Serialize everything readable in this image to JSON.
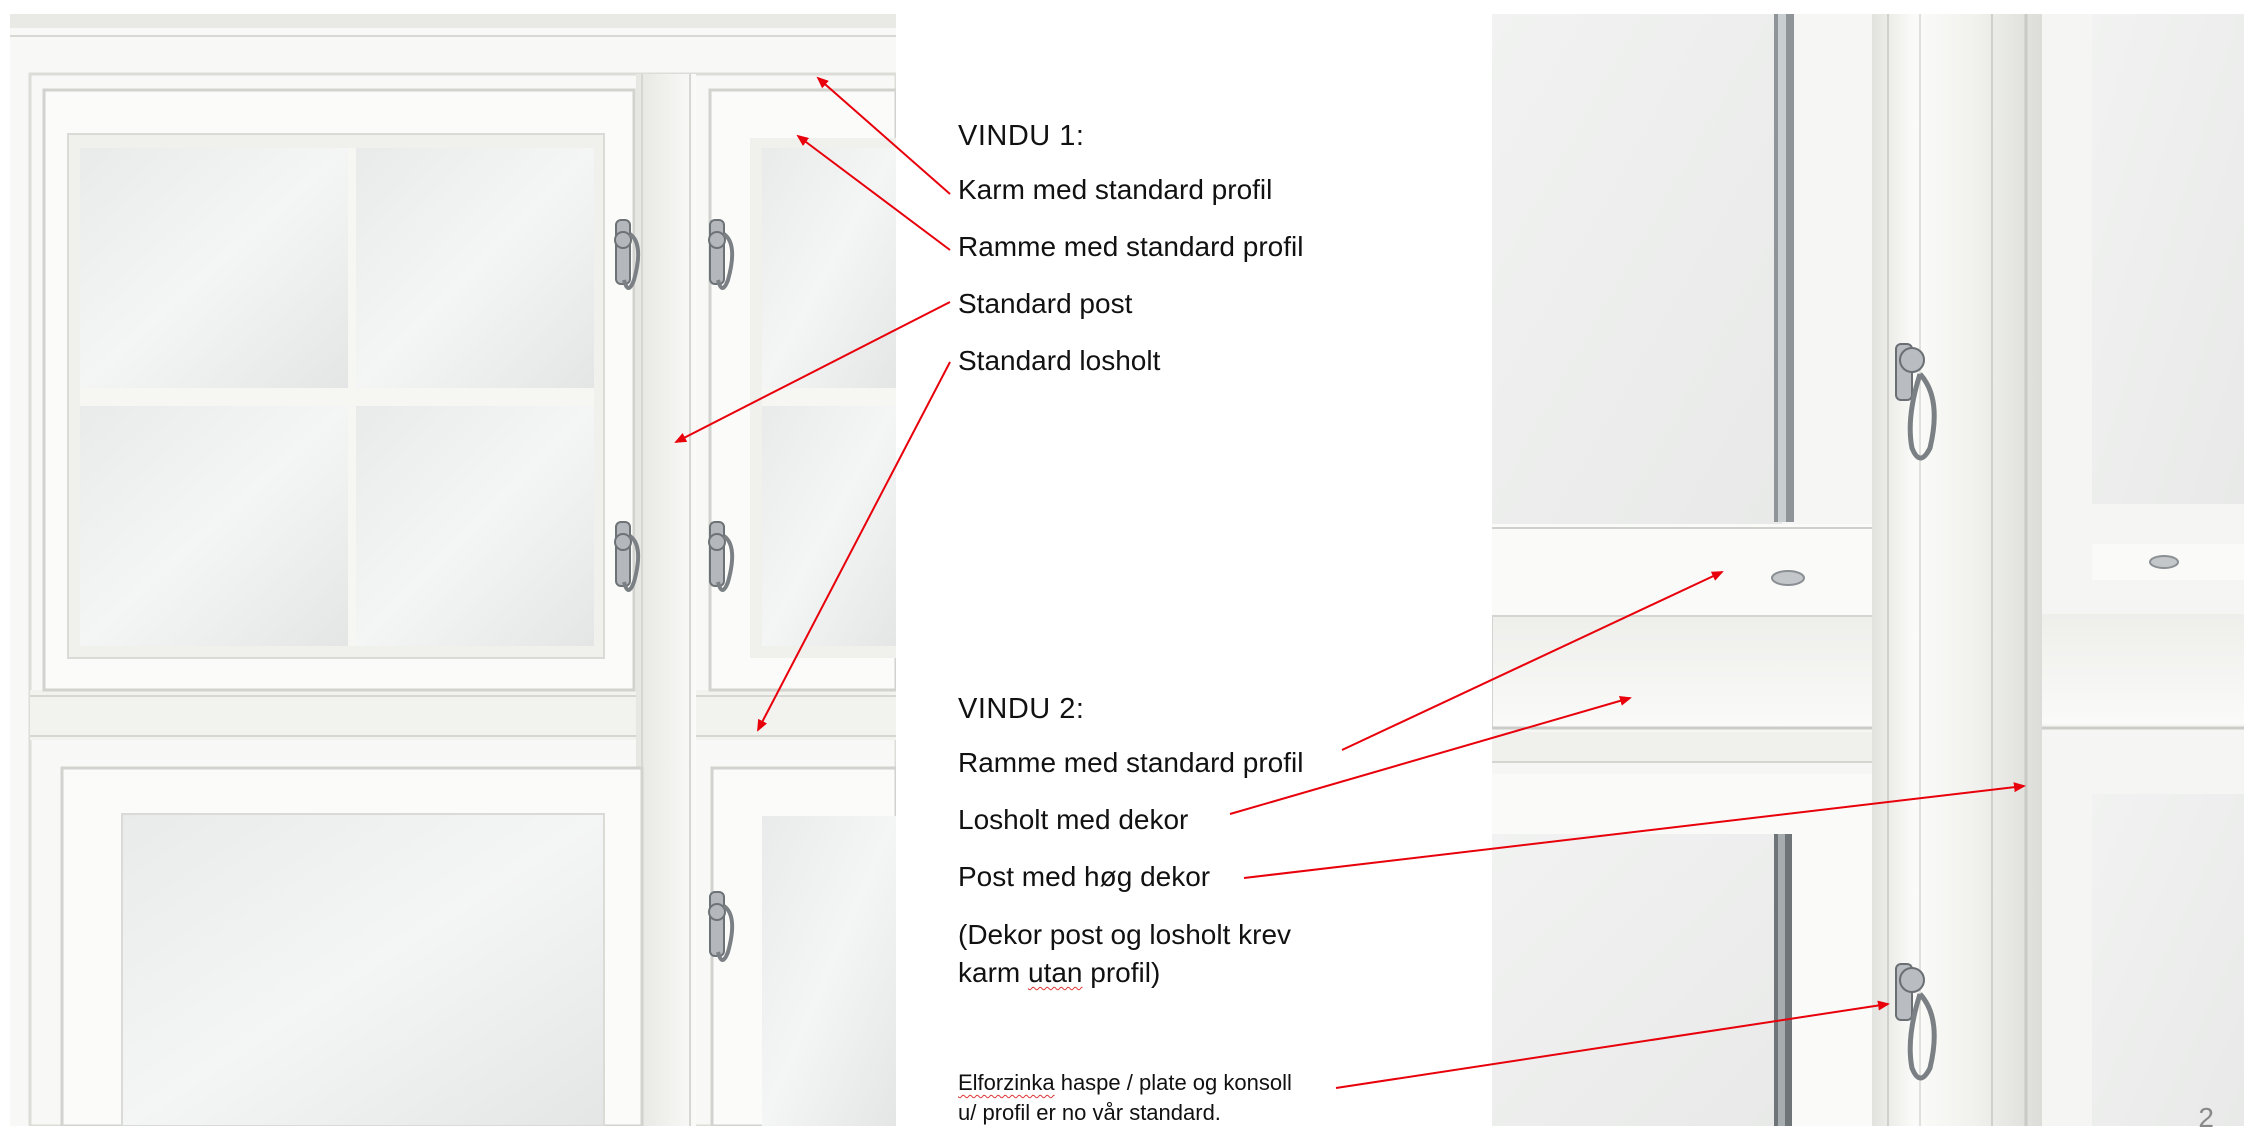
{
  "vindu1": {
    "heading": "VINDU 1:",
    "items": [
      "Karm med standard profil",
      "Ramme med standard profil",
      "Standard post",
      "Standard losholt"
    ]
  },
  "vindu2": {
    "heading": "VINDU 2:",
    "items": [
      "Ramme med standard profil",
      "Losholt med dekor",
      "Post med høg dekor"
    ],
    "note_pre": "(Dekor post og losholt krev",
    "note_line2_pre": "karm ",
    "note_line2_underlined": "utan",
    "note_line2_post": " profil)"
  },
  "footnote": {
    "line1_underlined": "Elforzinka",
    "line1_post": " haspe / plate og konsoll",
    "line2": "u/ profil er no vår standard."
  },
  "page_number": "2",
  "colors": {
    "arrow": "#e8000b",
    "frame": "#ffffff",
    "glass": "#eceeee"
  },
  "icons": [
    "window-hinge-icon",
    "window-latch-icon"
  ]
}
